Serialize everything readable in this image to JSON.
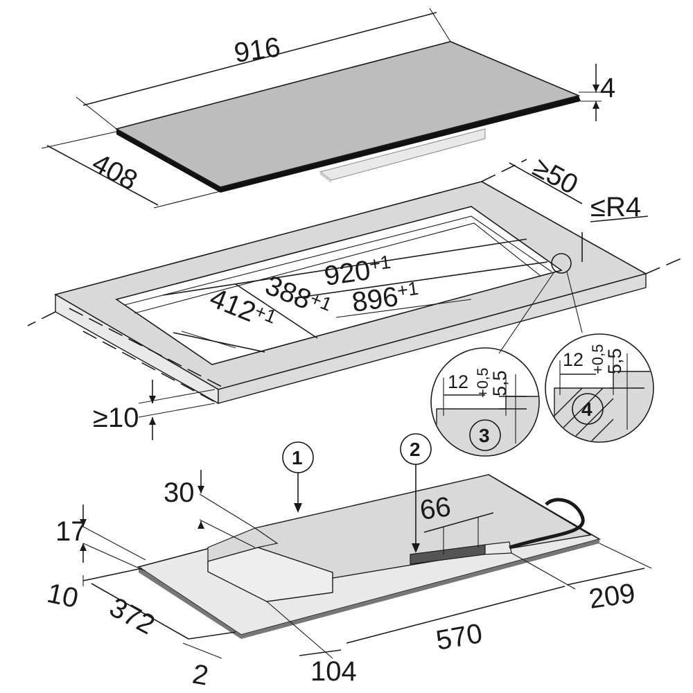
{
  "hob": {
    "length": "916",
    "width": "408",
    "glass_thickness": "4"
  },
  "cutout": {
    "clearance_rear": "≥50",
    "corner_radius": "≤R4",
    "flush_length": "920",
    "flush_length_tol": "+1",
    "length": "896",
    "length_tol": "+1",
    "flush_width": "412",
    "flush_width_tol": "+1",
    "width": "388",
    "width_tol": "+1",
    "worktop_thickness": "≥10"
  },
  "details": {
    "detail_3": {
      "label": "3",
      "rebate_width": "12",
      "rebate_tol": "+0,5",
      "rebate_depth": "5,5"
    },
    "detail_4": {
      "label": "4",
      "rebate_width": "12",
      "rebate_tol": "+0,5",
      "rebate_depth": "5,5"
    }
  },
  "underside": {
    "callout_1": "1",
    "callout_2": "2",
    "height_30": "30",
    "height_17": "17",
    "height_10": "10",
    "depth_372": "372",
    "offset_2": "2",
    "offset_104": "104",
    "length_570": "570",
    "length_209": "209",
    "connection_66": "66"
  }
}
